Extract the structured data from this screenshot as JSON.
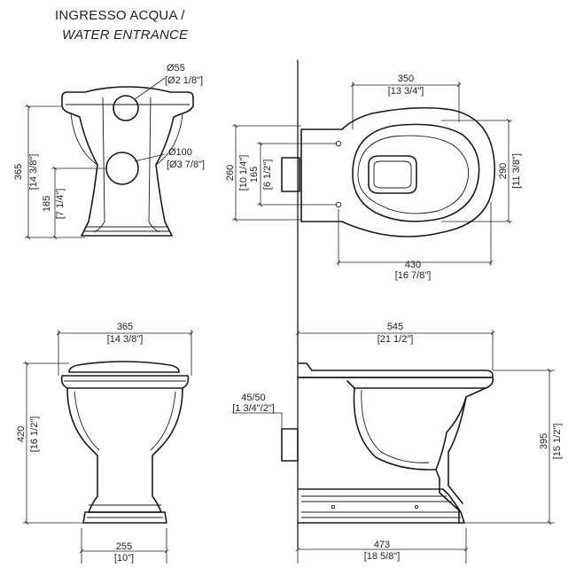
{
  "title": {
    "line1": "INGRESSO ACQUA /",
    "line2": "WATER ENTRANCE"
  },
  "rear_view": {
    "hole_small": {
      "metric": "Ø55",
      "imperial": "[Ø2 1/8\"]"
    },
    "hole_large": {
      "metric": "Ø100",
      "imperial": "[Ø3 7/8\"]"
    },
    "height_total": {
      "metric": "365",
      "imperial": "[14 3/8\"]"
    },
    "height_inlet": {
      "metric": "185",
      "imperial": "[7 1/4\"]"
    }
  },
  "top_view": {
    "width_top": {
      "metric": "350",
      "imperial": "[13 3/4\"]"
    },
    "depth_right": {
      "metric": "290",
      "imperial": "[11 3/8\"]"
    },
    "depth_left_outer": {
      "metric": "260",
      "imperial": "[10 1/4\"]"
    },
    "depth_left_inner": {
      "metric": "165",
      "imperial": "[6 1/2\"]"
    },
    "length_bottom": {
      "metric": "430",
      "imperial": "[16 7/8\"]"
    }
  },
  "front_view": {
    "width_top": {
      "metric": "365",
      "imperial": "[14 3/8\"]"
    },
    "height": {
      "metric": "420",
      "imperial": "[16 1/2\"]"
    },
    "base_width": {
      "metric": "255",
      "imperial": "[10\"]"
    }
  },
  "side_view": {
    "length_top": {
      "metric": "545",
      "imperial": "[21 1/2\"]"
    },
    "outlet": {
      "metric": "45/50",
      "imperial": "[1 3/4\"/2\"]"
    },
    "height": {
      "metric": "395",
      "imperial": "[15 1/2\"]"
    },
    "base_length": {
      "metric": "473",
      "imperial": "[18 5/8\"]"
    }
  }
}
